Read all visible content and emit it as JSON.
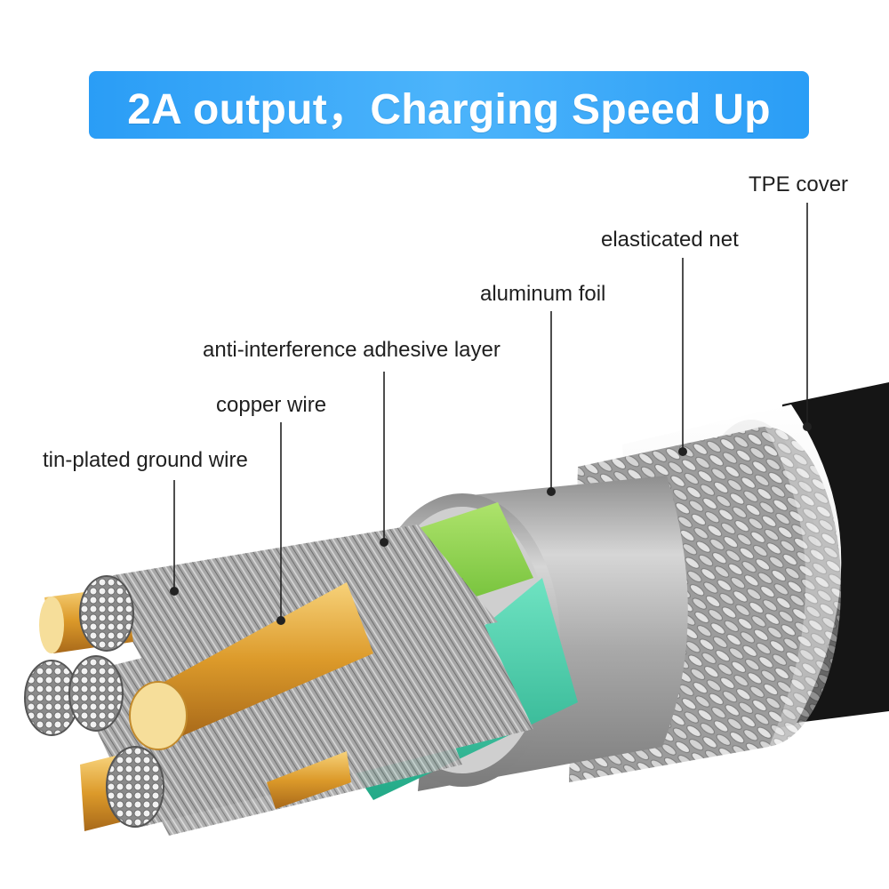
{
  "banner": {
    "text": "2A output，Charging Speed Up",
    "color": "#2fa3f7"
  },
  "labels": {
    "tpe_cover": "TPE cover",
    "elasticated_net": "elasticated net",
    "aluminum_foil": "aluminum foil",
    "adhesive_layer": "anti-interference adhesive layer",
    "copper_wire": "copper wire",
    "ground_wire": "tin-plated ground wire"
  },
  "colors": {
    "copper": "#e3a83a",
    "green_layer": "#7dcf3a",
    "teal_layer": "#34c9a4",
    "aluminum": "#b8b8b8",
    "tpe": "#f4f4f4",
    "braid": "#c9c9c9"
  }
}
